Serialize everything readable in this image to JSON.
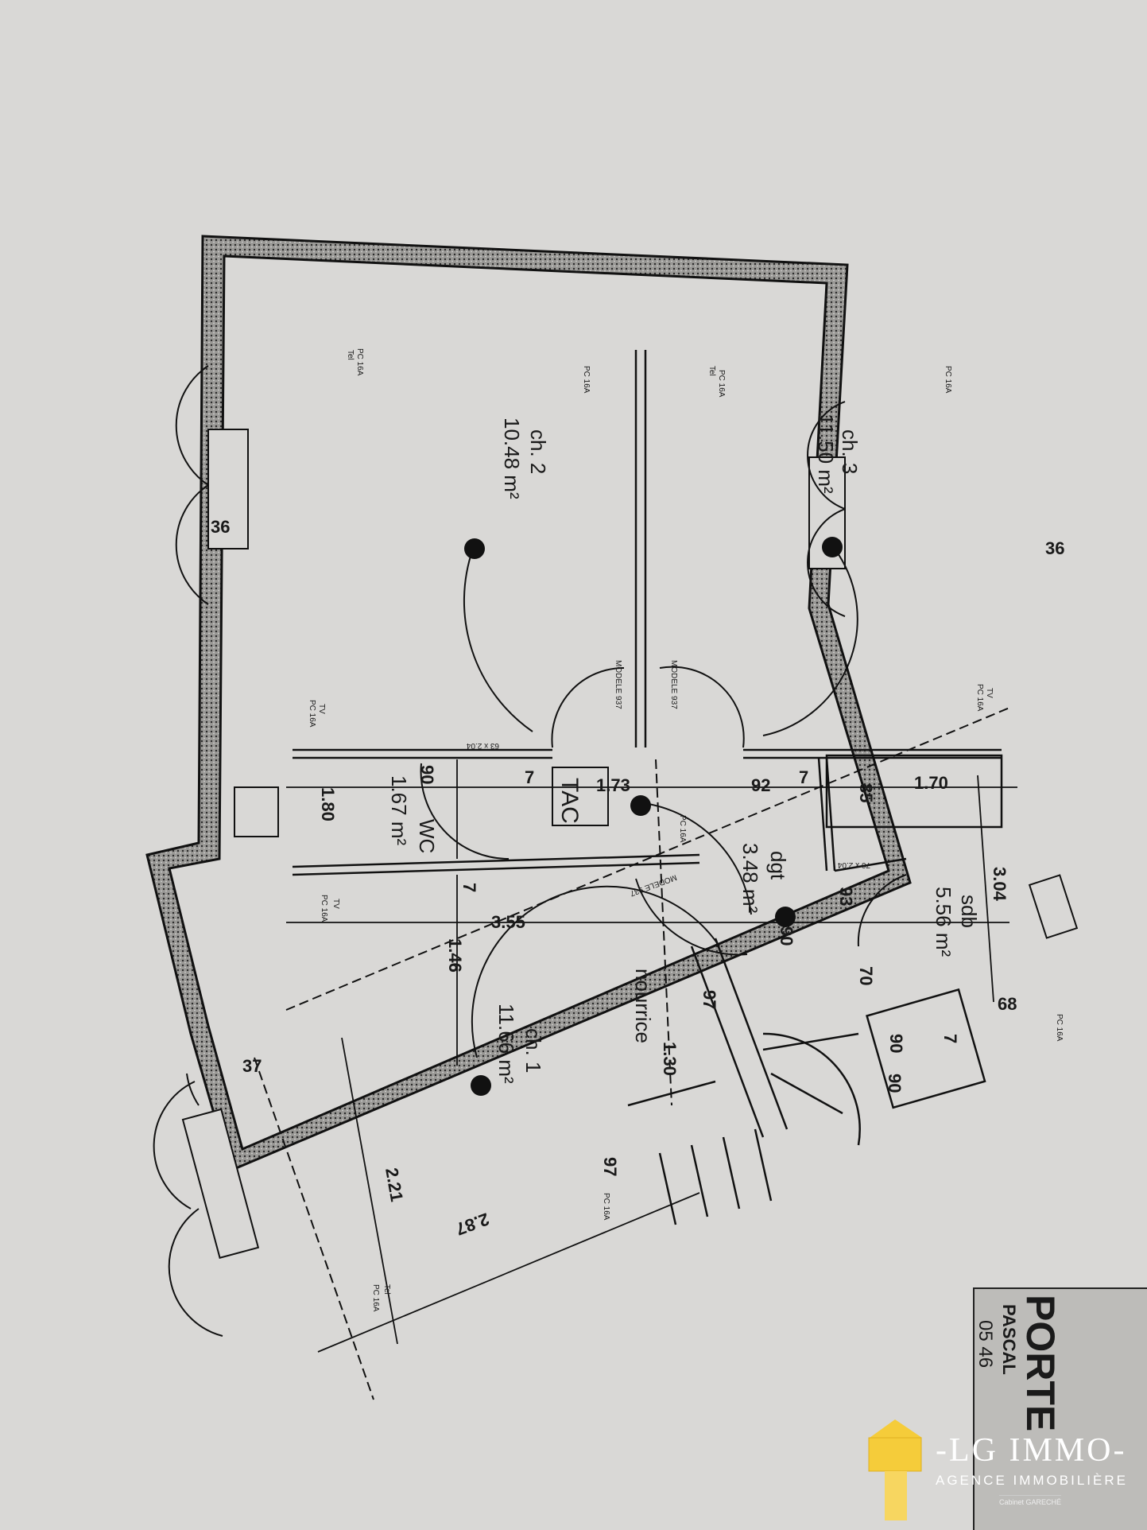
{
  "rooms": [
    {
      "name": "ch. 2",
      "area": "10.48 m²"
    },
    {
      "name": "ch. 3",
      "area": "11.50 m²"
    },
    {
      "name": "WC",
      "area": "1.67 m²"
    },
    {
      "name": "dgt",
      "area": "3.48 m²"
    },
    {
      "name": "sdb",
      "area": "5.56 m²"
    },
    {
      "name": "ch. 1",
      "area": "11.66 m²"
    },
    {
      "name": "nourrice",
      "area": ""
    }
  ],
  "labels": {
    "tac": "TAC",
    "outlet": "PC 16A",
    "tel": "Tel",
    "tv": "TV",
    "door_model": "MODELE 937",
    "door_size_1": "63 x 2.04",
    "door_size_2": "70 x 2.04"
  },
  "dimensions": [
    "36",
    "36",
    "1.80",
    "90",
    "7",
    "1.73",
    "92",
    "7",
    "1.70",
    "85",
    "3.55",
    "1.46",
    "7",
    "93",
    "90",
    "3.04",
    "70",
    "68",
    "90",
    "90",
    "7",
    "97",
    "1.30",
    "97",
    "2.21",
    "2.87",
    "37"
  ],
  "stamp": {
    "line1": "PASCAL",
    "line2": "PORTE",
    "phone": "05 46"
  },
  "logo": {
    "title": "-LG IMMO-",
    "subtitle": "AGENCE IMMOBILIÈRE",
    "cabinet": "Cabinet GARECHÉ",
    "key_color": "#f5cc3a"
  }
}
